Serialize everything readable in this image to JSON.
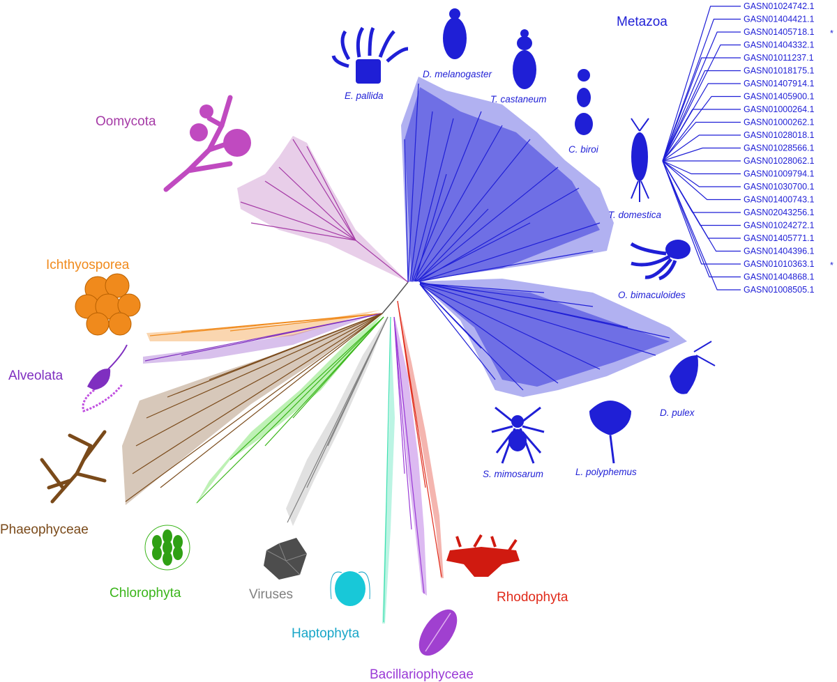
{
  "clades": [
    {
      "key": "metazoa",
      "name": "Metazoa",
      "color": "#1f1fd6"
    },
    {
      "key": "oomycota",
      "name": "Oomycota",
      "color": "#a53aa6"
    },
    {
      "key": "ichthyosporea",
      "name": "Ichthyosporea",
      "color": "#f08a1c"
    },
    {
      "key": "alveolata",
      "name": "Alveolata",
      "color": "#7f2fc0"
    },
    {
      "key": "phaeophyceae",
      "name": "Phaeophyceae",
      "color": "#7a4a1a"
    },
    {
      "key": "chlorophyta",
      "name": "Chlorophyta",
      "color": "#3ab51a"
    },
    {
      "key": "viruses",
      "name": "Viruses",
      "color": "#808080"
    },
    {
      "key": "haptophyta",
      "name": "Haptophyta",
      "color": "#18a6c8"
    },
    {
      "key": "bacillariophyceae",
      "name": "Bacillariophyceae",
      "color": "#9a3ad6"
    },
    {
      "key": "rhodophyta",
      "name": "Rhodophyta",
      "color": "#e02a1a"
    }
  ],
  "species": [
    {
      "key": "epallida",
      "name": "E. pallida"
    },
    {
      "key": "dmelanogaster",
      "name": "D. melanogaster"
    },
    {
      "key": "tcastaneum",
      "name": "T. castaneum"
    },
    {
      "key": "cbiroi",
      "name": "C. biroi"
    },
    {
      "key": "tdomestica",
      "name": "T. domestica"
    },
    {
      "key": "obimaculoides",
      "name": "O. bimaculoides"
    },
    {
      "key": "dpulex",
      "name": "D. pulex"
    },
    {
      "key": "lpolyphemus",
      "name": "L. polyphemus"
    },
    {
      "key": "smimosarum",
      "name": "S. mimosarum"
    }
  ],
  "accessions": [
    {
      "id": "GASN01024742.1",
      "star": ""
    },
    {
      "id": "GASN01404421.1",
      "star": ""
    },
    {
      "id": "GASN01405718.1",
      "star": "*"
    },
    {
      "id": "GASN01404332.1",
      "star": ""
    },
    {
      "id": "GASN01011237.1",
      "star": ""
    },
    {
      "id": "GASN01018175.1",
      "star": ""
    },
    {
      "id": "GASN01407914.1",
      "star": ""
    },
    {
      "id": "GASN01405900.1",
      "star": ""
    },
    {
      "id": "GASN01000264.1",
      "star": ""
    },
    {
      "id": "GASN01000262.1",
      "star": ""
    },
    {
      "id": "GASN01028018.1",
      "star": ""
    },
    {
      "id": "GASN01028566.1",
      "star": ""
    },
    {
      "id": "GASN01028062.1",
      "star": ""
    },
    {
      "id": "GASN01009794.1",
      "star": ""
    },
    {
      "id": "GASN01030700.1",
      "star": ""
    },
    {
      "id": "GASN01400743.1",
      "star": ""
    },
    {
      "id": "GASN02043256.1",
      "star": ""
    },
    {
      "id": "GASN01024272.1",
      "star": ""
    },
    {
      "id": "GASN01405771.1",
      "star": ""
    },
    {
      "id": "GASN01404396.1",
      "star": ""
    },
    {
      "id": "GASN01010363.1",
      "star": "*"
    },
    {
      "id": "GASN01404868.1",
      "star": ""
    },
    {
      "id": "GASN01008505.1",
      "star": ""
    }
  ]
}
